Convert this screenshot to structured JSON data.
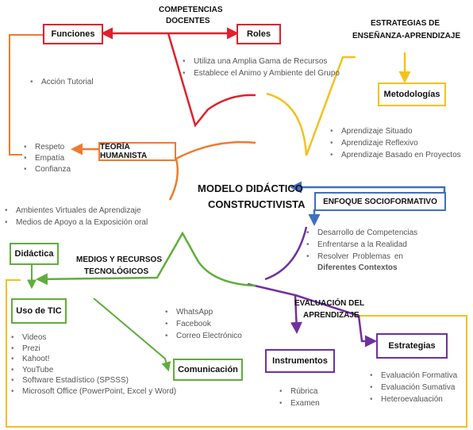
{
  "colors": {
    "red": "#e0202c",
    "orange": "#ee7b2f",
    "yellow": "#f4c11b",
    "blue": "#3f6fbf",
    "purple": "#7030a0",
    "green": "#5fae3b"
  },
  "center": {
    "line1": "MODELO DIDÁCTICO",
    "line2": "CONSTRUCTIVISTA"
  },
  "competencias": {
    "heading_line1": "COMPETENCIAS",
    "heading_line2": "DOCENTES",
    "funciones": "Funciones",
    "roles": "Roles",
    "funciones_items": [
      "Acción Tutorial"
    ],
    "roles_items": [
      "Utiliza una Amplia Gama de Recursos",
      "Establece el Animo y Ambiente del Grupo"
    ]
  },
  "humanista": {
    "heading": "TEORÍA HUMANISTA",
    "items": [
      "Respeto",
      "Empatía",
      "Confianza"
    ]
  },
  "estrategias_ea": {
    "heading_line1": "ESTRATEGIAS DE",
    "heading_line2": "ENSEÑANZA-APRENDIZAJE",
    "metodologias": "Metodologías",
    "items": [
      "Aprendizaje Situado",
      "Aprendizaje Reflexivo",
      "Aprendizaje Basado en Proyectos"
    ]
  },
  "socioformativo": {
    "heading": "ENFOQUE SOCIOFORMATIVO",
    "items": [
      "Desarrollo de Competencias",
      "Enfrentarse a la Realidad"
    ],
    "item3_line1": "Resolver   Problemas   en",
    "item3_line2": "Diferentes Contextos"
  },
  "medios": {
    "heading_line1": "MEDIOS Y RECURSOS",
    "heading_line2": "TECNOLÓGICOS",
    "top_items": [
      "Ambientes Virtuales de Aprendizaje",
      "Medios de Apoyo a la Exposición oral"
    ],
    "didactica": "Didáctica",
    "uso_tic": "Uso de TIC",
    "tic_items": [
      "Videos",
      "Prezi",
      "Kahoot!",
      "YouTube",
      "Software Estadístico (SPSSS)",
      "Microsoft Office (PowerPoint, Excel y Word)"
    ],
    "comunicacion": "Comunicación",
    "comunicacion_items": [
      "WhatsApp",
      "Facebook",
      "Correo Electrónico"
    ]
  },
  "evaluacion": {
    "heading_line1": "EVALUACIÓN DEL",
    "heading_line2": "APRENDIZAJE",
    "instrumentos": "Instrumentos",
    "instrumentos_items": [
      "Rúbrica",
      "Examen"
    ],
    "estrategias": "Estrategias",
    "estrategias_items": [
      "Evaluación Formativa",
      "Evaluación Sumativa",
      "Heteroevaluación"
    ]
  }
}
